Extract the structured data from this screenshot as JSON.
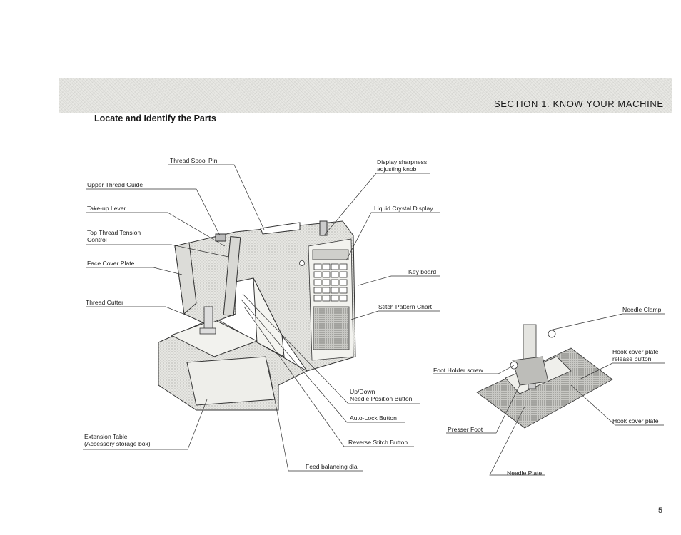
{
  "header": {
    "section_title": "SECTION  1.   KNOW YOUR MACHINE",
    "page_heading": "Locate and Identify the Parts"
  },
  "labels": {
    "thread_spool_pin": "Thread Spool Pin",
    "upper_thread_guide": "Upper Thread Guide",
    "take_up_lever": "Take-up Lever",
    "top_thread_tension_1": "Top Thread Tension",
    "top_thread_tension_2": "Control",
    "face_cover_plate": "Face Cover Plate",
    "thread_cutter": "Thread Cutter",
    "extension_table_1": "Extension Table",
    "extension_table_2": "(Accessory storage box)",
    "display_sharpness_1": "Display sharpness",
    "display_sharpness_2": "adjusting knob",
    "liquid_crystal_display": "Liquid Crystal Display",
    "key_board": "Key board",
    "stitch_pattern_chart": "Stitch Pattern Chart",
    "up_down_1": "Up/Down",
    "up_down_2": "Needle Position Button",
    "auto_lock_button": "Auto-Lock Button",
    "reverse_stitch_button": "Reverse Stitch Button",
    "feed_balancing_dial": "Feed balancing dial",
    "needle_clamp": "Needle Clamp",
    "hook_cover_release_1": "Hook cover plate",
    "hook_cover_release_2": "release button",
    "foot_holder_screw": "Foot Holder screw",
    "presser_foot": "Presser Foot",
    "hook_cover_plate": "Hook cover plate",
    "needle_plate": "Needle Plate"
  },
  "page_number": "5"
}
